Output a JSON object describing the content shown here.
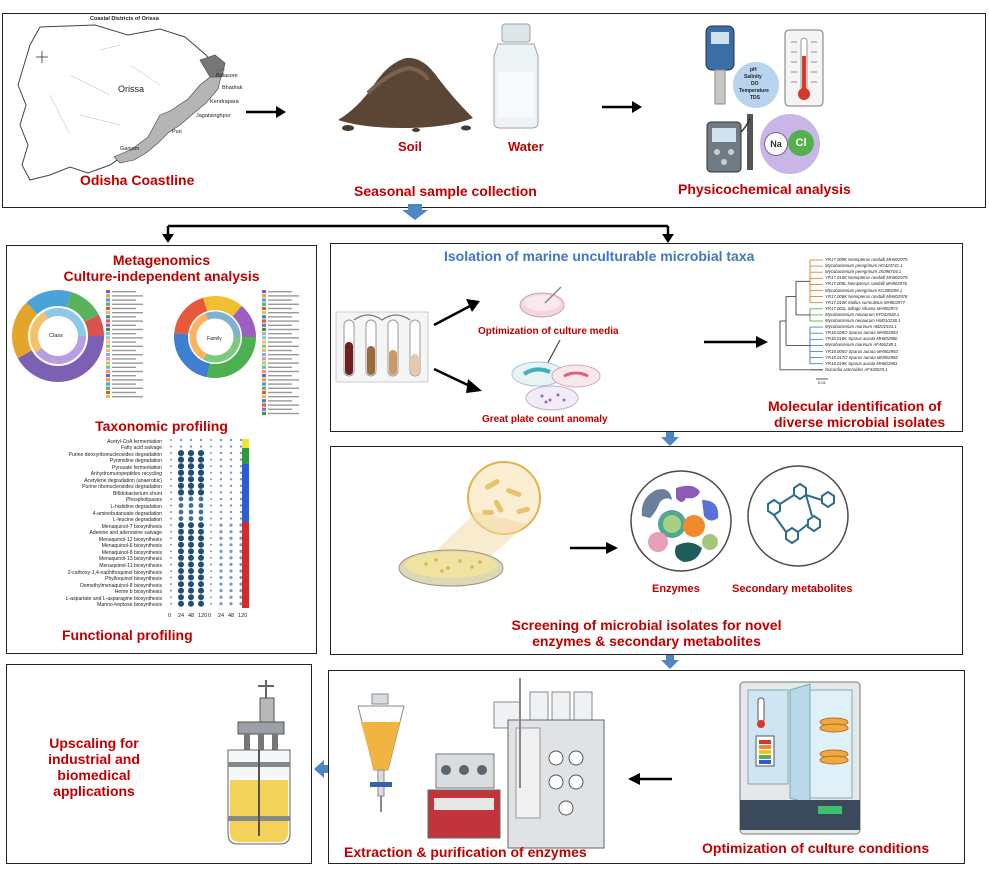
{
  "top": {
    "map_title": "Coastal Districts of Orissa",
    "map_state": "Orissa",
    "districts": [
      "Balasore",
      "Bhadrak",
      "Kendrapara",
      "Jagatsinghpur",
      "Puri",
      "Ganjam"
    ],
    "caption_left": "Odisha Coastline",
    "soil": "Soil",
    "water": "Water",
    "caption_mid": "Seasonal sample collection",
    "meter_params": [
      "pH",
      "Salinity",
      "DO",
      "Temperature",
      "TDS"
    ],
    "na": "Na",
    "cl": "Cl",
    "caption_right": "Physicochemical analysis"
  },
  "meta": {
    "title_line1": "Metagenomics",
    "title_line2": "Culture-independent analysis",
    "donut1_label": "Class",
    "donut2_label": "Family",
    "taxonomic": "Taxonomic profiling",
    "pathways": [
      "Acetyl-CoA fermentation",
      "Fatty acid salvage",
      "Purine deoxyribonucleosides degradation",
      "Pyrimidine degradation",
      "Pyruvate fermentation",
      "Anhydromuropeptides recycling",
      "Acetylene degradation (anaerobic)",
      "Purine ribonucleosides degradation",
      "Bifidobacterium shunt",
      "Phospholipases",
      "L-histidine degradation",
      "4-aminobutanoate degradation",
      "L-leucine degradation",
      "Menaquinol-7 biosynthesis",
      "Adenine and adenosine salvage",
      "Menaquinol-12 biosynthesis",
      "Menaquinol-6 biosynthesis",
      "Menaquinol-8 biosynthesis",
      "Menaquinol-13 biosynthesis",
      "Menaquinol-11 biosynthesis",
      "2-carboxy-1,4-naphthoquinol biosynthesis",
      "Phylloquinol biosynthesis",
      "Demethylmenaquinol-8 biosynthesis",
      "Heme b biosynthesis",
      "L-aspartate and L-asparagine biosynthesis",
      "Manno-heptose biosynthesis"
    ],
    "x_ticks": [
      "0",
      "24",
      "48",
      "120",
      "0",
      "24",
      "48",
      "120"
    ],
    "functional": "Functional profiling"
  },
  "isolation": {
    "title": "Isolation of marine unculturable microbial taxa",
    "optimization": "Optimization of culture media",
    "anomaly": "Great plate count anomaly",
    "caption_line1": "Molecular identification of",
    "caption_line2": "diverse microbial isolates",
    "tree_leaves": [
      "YR17.009K Nemipterus randalli MH802975",
      "Mycobacterium peregrinum HG424741.1",
      "Mycobacterium peregrinum JX098704.1",
      "YR17.010K Nemipterus randalli MH802979",
      "YR17.005L Nemipterus randalli MH802976",
      "Mycobacterium peregrinum KC380209.1",
      "YR17.006K Nemipterus randalli MH802978",
      "YR17.010K Mullus surmuletus MH802977",
      "YR17.001L Sillago sihama MH802974",
      "Mycobacterium neoaurum KF042628.1",
      "Mycobacterium neoaurum HM010238.1",
      "Mycobacterium marinum AB201543.1",
      "YR18.028O Sparus aurata MH802984",
      "YR18.016K Sparus aurata MH802980",
      "Mycobacterium marinum AF456238.1",
      "YR18.005O Sparus aurata MH802983",
      "YR18.017O Sparus aurata MH802982",
      "YR18.019K Sparus aurata MH802981",
      "Nocardia asteroides AF430025.1"
    ],
    "scale": "0.01"
  },
  "screening": {
    "enzymes": "Enzymes",
    "secondary": "Secondary metabolites",
    "caption_line1": "Screening of microbial isolates for novel",
    "caption_line2": "enzymes & secondary metabolites"
  },
  "bottom": {
    "upscale": [
      "Upscaling for",
      "industrial and",
      "biomedical",
      "applications"
    ],
    "extraction": "Extraction & purification of enzymes",
    "culture_opt": "Optimization of culture conditions"
  },
  "colors": {
    "caption_red": "#c00000",
    "title_blue": "#3c78c8",
    "flow_arrow_blue": "#4f86c6"
  }
}
